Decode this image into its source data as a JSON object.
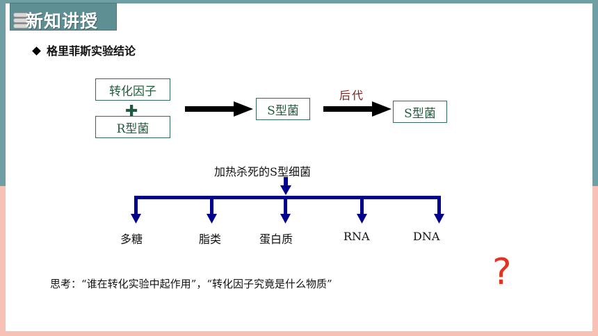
{
  "slide": {
    "title": "新知讲授",
    "heading": "格里菲斯实验结论"
  },
  "diagram": {
    "box_transform_factor": "转化因子",
    "plus_sign": "✚",
    "box_r_strain": "R型菌",
    "box_s_strain_1": "S型菌",
    "offspring_label": "后代",
    "box_s_strain_2": "S型菌",
    "heat_killed_label": "加热杀死的S型细菌",
    "components": [
      "多糖",
      "脂类",
      "蛋白质",
      "RNA",
      "DNA"
    ]
  },
  "thinking": {
    "text": "思考：“谁在转化实验中起作用”，“转化因子究竟是什么物质”",
    "question_mark": "?"
  },
  "colors": {
    "tab_bg": "#5e8f93",
    "box_border": "#2e6b5a",
    "arrow_blue": "#00008b",
    "question_red": "#e5311f"
  }
}
